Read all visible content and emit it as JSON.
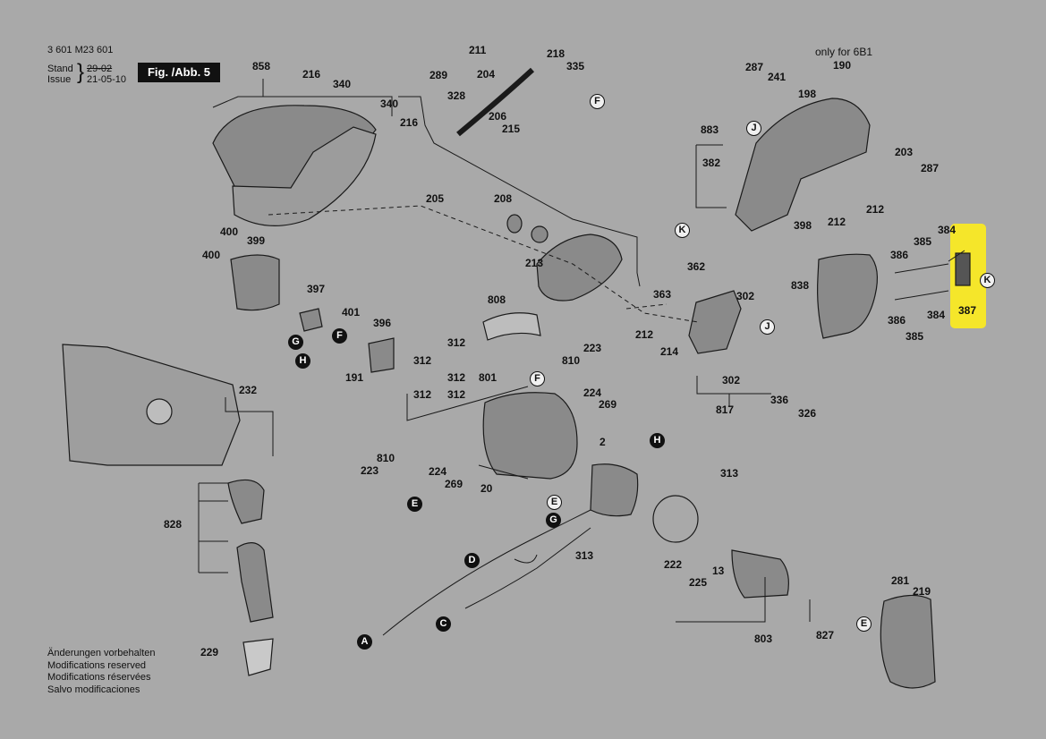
{
  "header": {
    "doc_number": "3 601 M23 601",
    "stand_label": "Stand",
    "stand_value": "29-02",
    "issue_label": "Issue",
    "issue_value": "21-05-10",
    "figure_label": "Fig. /Abb. 5"
  },
  "variant_note": "only for 6B1",
  "footer_notes": [
    "Änderungen vorbehalten",
    "Modifications reserved",
    "Modifications réservées",
    "Salvo modificaciones"
  ],
  "highlight_color": "#f5e62a",
  "part_numbers": {
    "p858": "858",
    "p216a": "216",
    "p340a": "340",
    "p340b": "340",
    "p216b": "216",
    "p211": "211",
    "p218": "218",
    "p335": "335",
    "p289": "289",
    "p204": "204",
    "p328": "328",
    "p206": "206",
    "p215": "215",
    "p205": "205",
    "p208": "208",
    "p213a": "213",
    "p287a": "287",
    "p241": "241",
    "p190": "190",
    "p198": "198",
    "p883": "883",
    "p382": "382",
    "p203": "203",
    "p287b": "287",
    "p398": "398",
    "p212a": "212",
    "p212b": "212",
    "p400a": "400",
    "p399": "399",
    "p400b": "400",
    "p808": "808",
    "p384a": "384",
    "p385a": "385",
    "p386a": "386",
    "p838": "838",
    "p386b": "386",
    "p384b": "384",
    "p385b": "385",
    "p387": "387",
    "p397": "397",
    "p401": "401",
    "p396": "396",
    "p191": "191",
    "p362": "362",
    "p363": "363",
    "p302a": "302",
    "p212c": "212",
    "p214": "214",
    "p302b": "302",
    "p336": "336",
    "p326": "326",
    "p817": "817",
    "p312a": "312",
    "p312b": "312",
    "p312c": "312",
    "p312d": "312",
    "p312e": "312",
    "p801": "801",
    "p810a": "810",
    "p223a": "223",
    "p224a": "224",
    "p269a": "269",
    "p232": "232",
    "p2": "2",
    "p810b": "810",
    "p223b": "223",
    "p224b": "224",
    "p269b": "269",
    "p20": "20",
    "p313a": "313",
    "p313b": "313",
    "p828": "828",
    "p222": "222",
    "p13": "13",
    "p225": "225",
    "p281": "281",
    "p219": "219",
    "p803": "803",
    "p827": "827",
    "p229": "229"
  },
  "reference_letters": {
    "F1": "F",
    "J1": "J",
    "K1": "K",
    "K2": "K",
    "J2": "J",
    "G1": "G",
    "F2": "F",
    "H1": "H",
    "F3": "F",
    "H2": "H",
    "E1": "E",
    "E2": "E",
    "G2": "G",
    "D": "D",
    "C": "C",
    "A": "A",
    "E3": "E"
  }
}
